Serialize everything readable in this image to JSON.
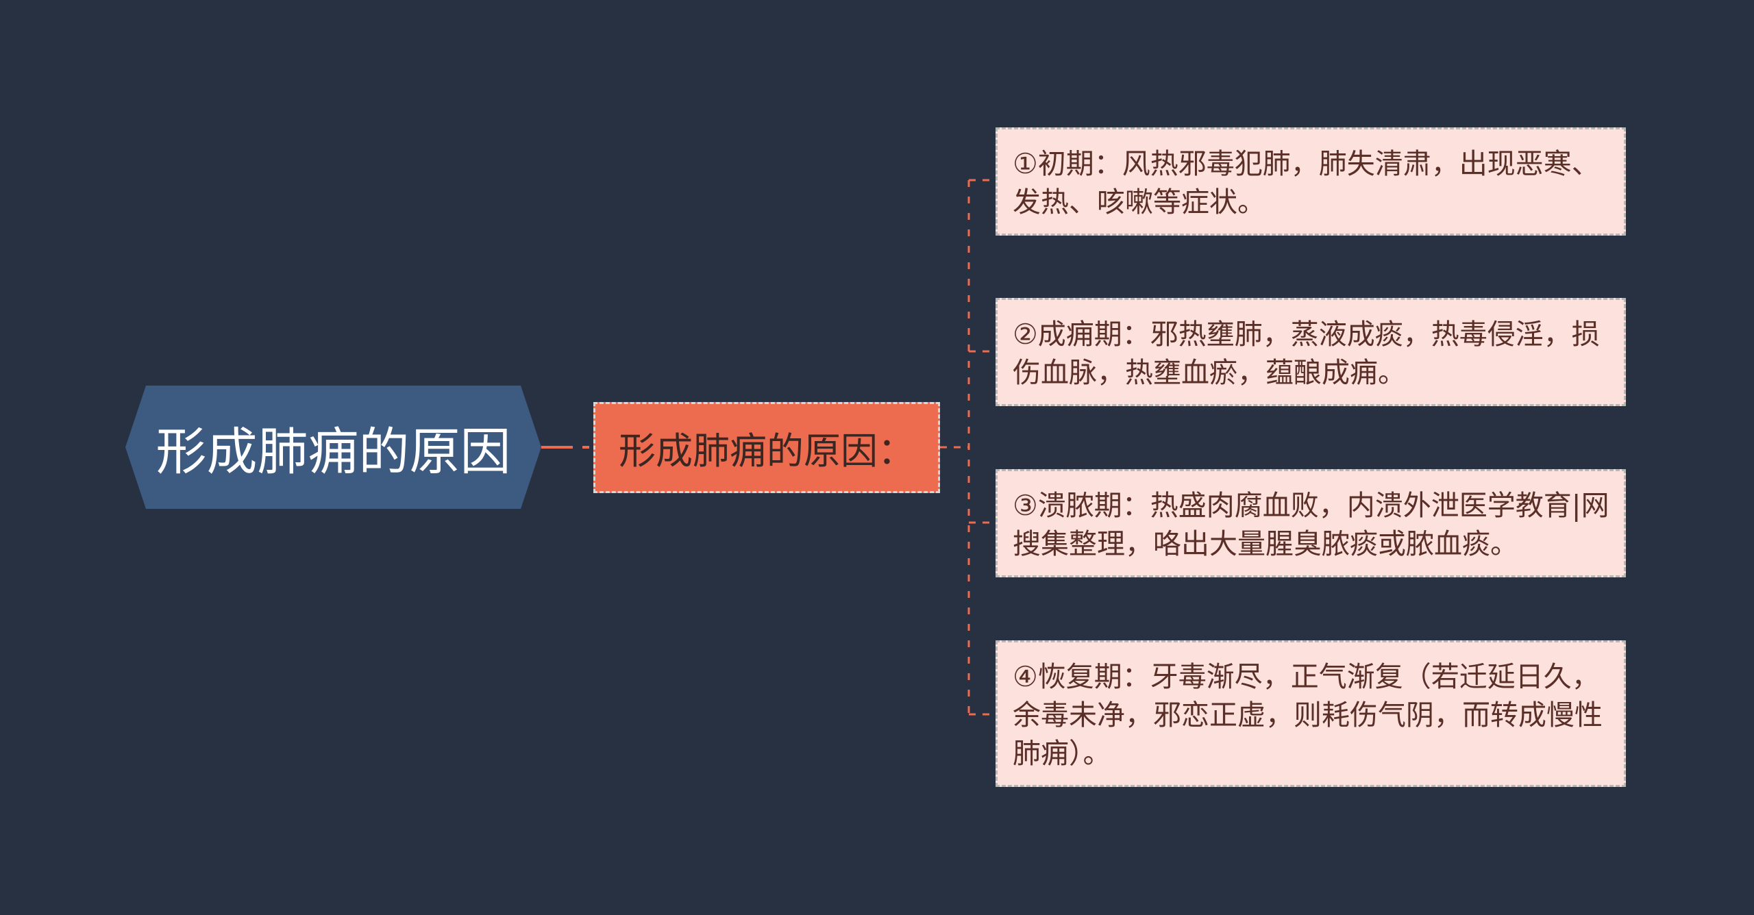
{
  "colors": {
    "background": "#283142",
    "root_fill": "#3d5a80",
    "mid_fill": "#ed6c50",
    "leaf_fill": "#fde1dc",
    "connector": "#ed6c50"
  },
  "root": {
    "label": "形成肺痈的原因"
  },
  "branch": {
    "label": "形成肺痈的原因："
  },
  "leaves": [
    {
      "text": "①初期：风热邪毒犯肺，肺失清肃，出现恶寒、发热、咳嗽等症状。"
    },
    {
      "text": "②成痈期：邪热壅肺，蒸液成痰，热毒侵淫，损伤血脉，热壅血瘀，蕴酿成痈。"
    },
    {
      "text": "③溃脓期：热盛肉腐血败，内溃外泄医学教育|网搜集整理，咯出大量腥臭脓痰或脓血痰。"
    },
    {
      "text": "④恢复期：牙毒渐尽，正气渐复（若迁延日久，余毒未净，邪恋正虚，则耗伤气阴，而转成慢性肺痈）。"
    }
  ]
}
